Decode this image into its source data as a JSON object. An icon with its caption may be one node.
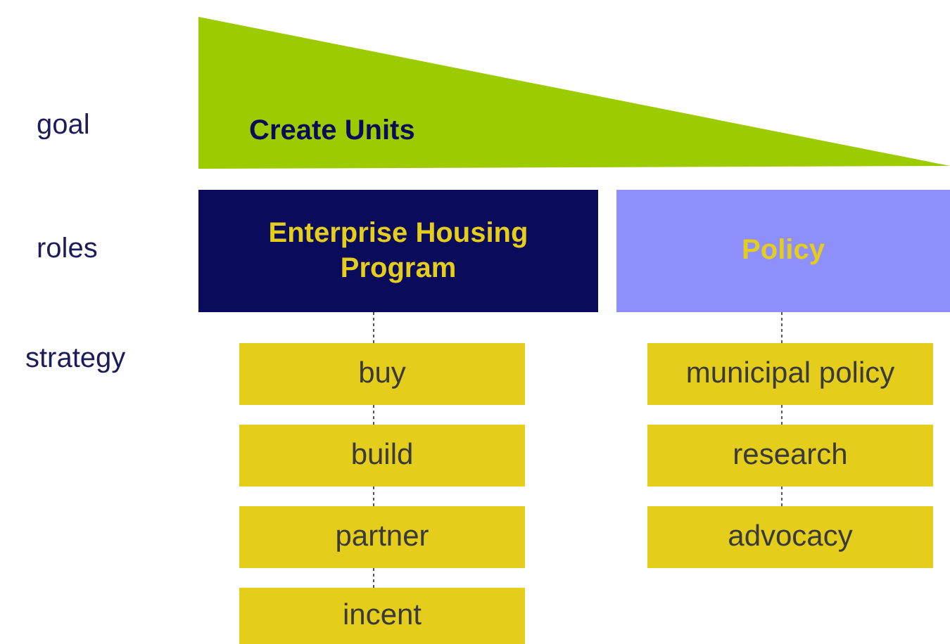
{
  "diagram": {
    "nodes": [
      {
        "text": [
          "Create Units"
        ]
      },
      {
        "text": [
          "Enterprise Housing Program"
        ]
      },
      {
        "text": [
          "Policy"
        ]
      },
      {
        "text": [
          "buy"
        ]
      },
      {
        "text": [
          "build"
        ]
      },
      {
        "text": [
          "partner"
        ]
      },
      {
        "text": [
          "incent"
        ]
      },
      {
        "text": [
          "municipal policy"
        ]
      },
      {
        "text": [
          "research"
        ]
      },
      {
        "text": [
          "advocacy"
        ]
      }
    ],
    "edges": [
      {
        "from": 1,
        "to": 3,
        "arrow": "none",
        "style": "dashed"
      },
      {
        "from": 3,
        "to": 4,
        "arrow": "none",
        "style": "dashed"
      },
      {
        "from": 4,
        "to": 5,
        "arrow": "none",
        "style": "dashed"
      },
      {
        "from": 5,
        "to": 6,
        "arrow": "none",
        "style": "dashed"
      },
      {
        "from": 2,
        "to": 7,
        "arrow": "none",
        "style": "dashed"
      },
      {
        "from": 7,
        "to": 8,
        "arrow": "none",
        "style": "dashed"
      },
      {
        "from": 8,
        "to": 9,
        "arrow": "none",
        "style": "dashed"
      }
    ],
    "labels": [
      "goal",
      "roles",
      "strategy"
    ]
  }
}
